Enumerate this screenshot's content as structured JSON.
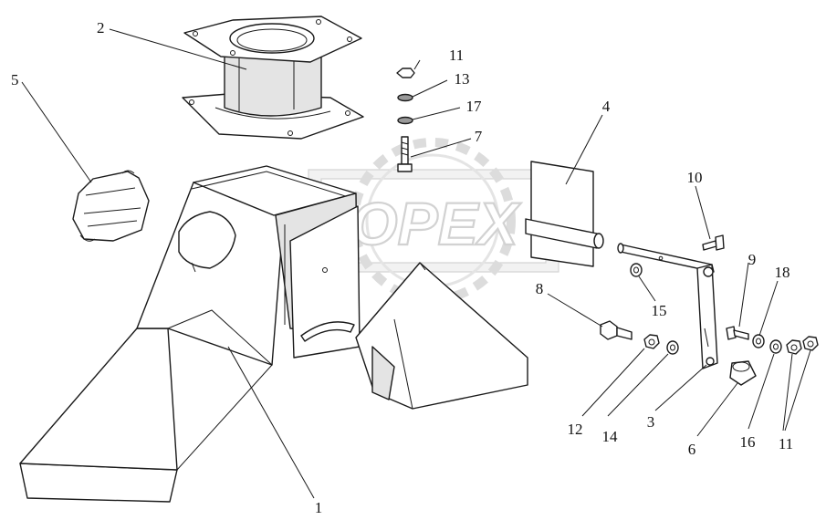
{
  "diagram": {
    "watermark": "OPEX",
    "labels": [
      {
        "id": "1",
        "text": "1"
      },
      {
        "id": "2",
        "text": "2"
      },
      {
        "id": "3",
        "text": "3"
      },
      {
        "id": "4",
        "text": "4"
      },
      {
        "id": "5",
        "text": "5"
      },
      {
        "id": "6",
        "text": "6"
      },
      {
        "id": "7",
        "text": "7"
      },
      {
        "id": "8",
        "text": "8"
      },
      {
        "id": "9",
        "text": "9"
      },
      {
        "id": "10",
        "text": "10"
      },
      {
        "id": "11a",
        "text": "11"
      },
      {
        "id": "11b",
        "text": "11"
      },
      {
        "id": "12",
        "text": "12"
      },
      {
        "id": "13",
        "text": "13"
      },
      {
        "id": "14",
        "text": "14"
      },
      {
        "id": "15",
        "text": "15"
      },
      {
        "id": "16",
        "text": "16"
      },
      {
        "id": "17",
        "text": "17"
      },
      {
        "id": "18",
        "text": "18"
      }
    ]
  }
}
